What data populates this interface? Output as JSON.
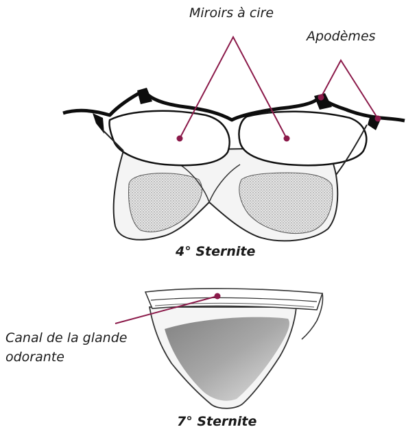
{
  "labels": {
    "wax_mirrors": "Miroirs à cire",
    "apodemes": "Apodèmes",
    "gland_canal_line1": "Canal de la glande",
    "gland_canal_line2": "odorante"
  },
  "captions": {
    "sternite_4": "4° Sternite",
    "sternite_7": "7° Sternite"
  },
  "colors": {
    "leader": "#8b1a4a",
    "outline": "#111111",
    "shading": "#9a9a9a"
  }
}
